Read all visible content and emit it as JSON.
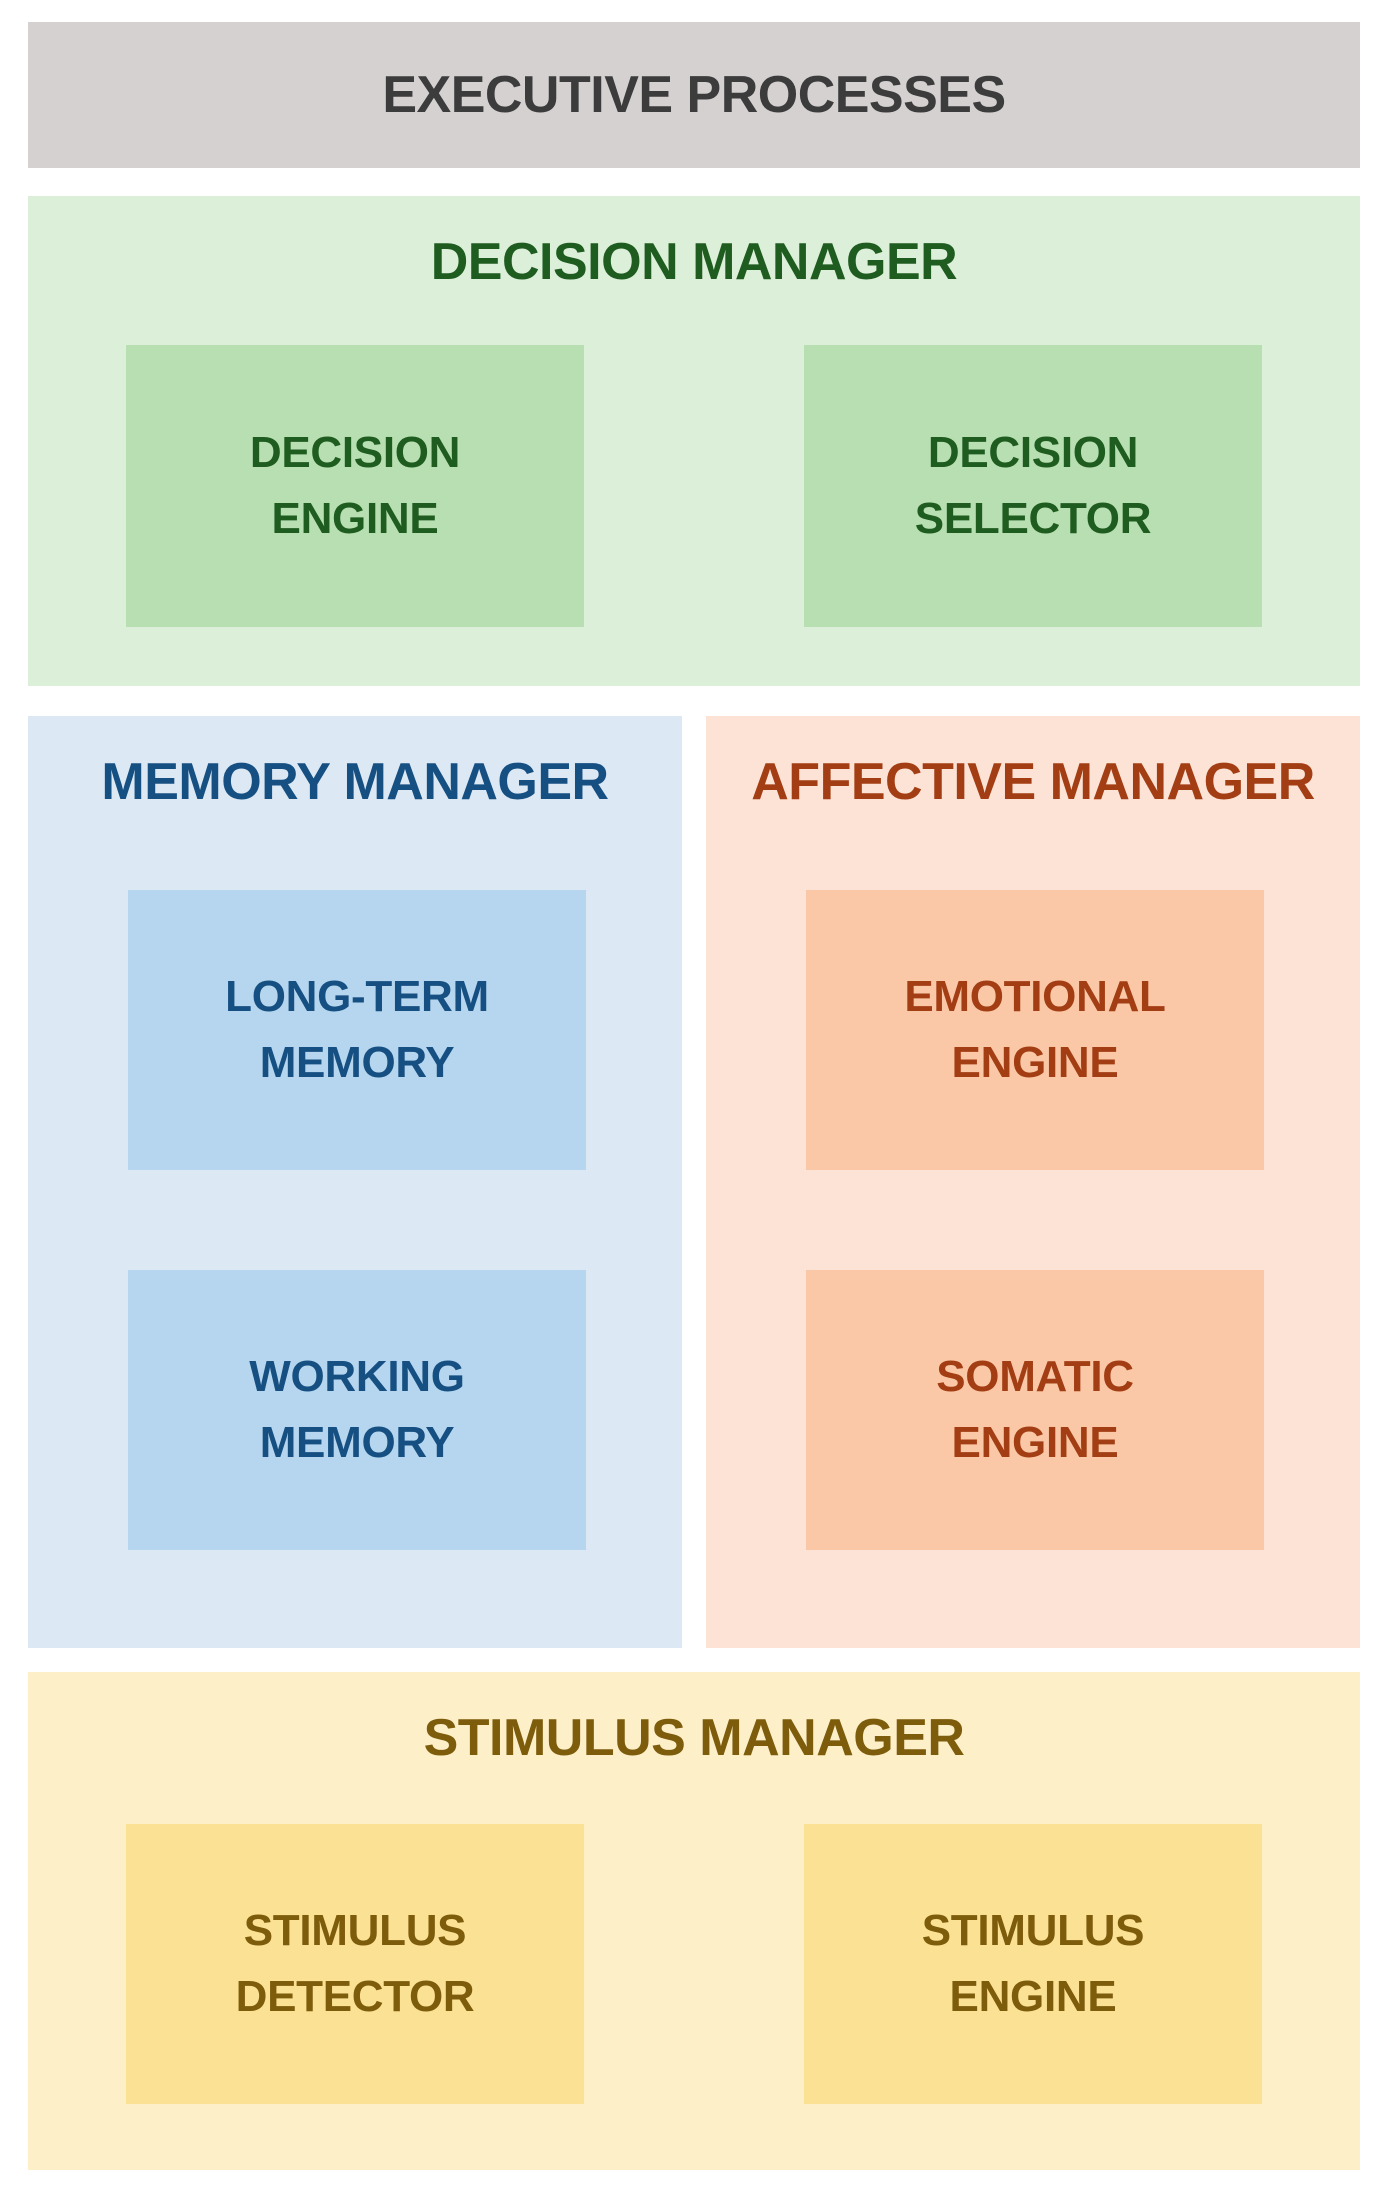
{
  "executive": {
    "title": "EXECUTIVE PROCESSES"
  },
  "decision_manager": {
    "title": "DECISION MANAGER",
    "components": [
      "DECISION\nENGINE",
      "DECISION\nSELECTOR"
    ]
  },
  "memory_manager": {
    "title": "MEMORY MANAGER",
    "components": [
      "LONG-TERM\nMEMORY",
      "WORKING\nMEMORY"
    ]
  },
  "affective_manager": {
    "title": "AFFECTIVE MANAGER",
    "components": [
      "EMOTIONAL\nENGINE",
      "SOMATIC\nENGINE"
    ]
  },
  "stimulus_manager": {
    "title": "STIMULUS MANAGER",
    "components": [
      "STIMULUS\nDETECTOR",
      "STIMULUS\nENGINE"
    ]
  },
  "colors": {
    "executive_bg": "#d5d1d1",
    "decision_bg": "#dcefd9",
    "decision_box": "#b8dfb2",
    "decision_text": "#1f5c20",
    "memory_bg": "#dce9f5",
    "memory_box": "#b5d6ee",
    "memory_text": "#164f82",
    "affective_bg": "#fce3d6",
    "affective_box": "#fbc8a7",
    "affective_text": "#a33e14",
    "stimulus_bg": "#fdf0c9",
    "stimulus_box": "#fbe194",
    "stimulus_text": "#7d5c0c"
  }
}
